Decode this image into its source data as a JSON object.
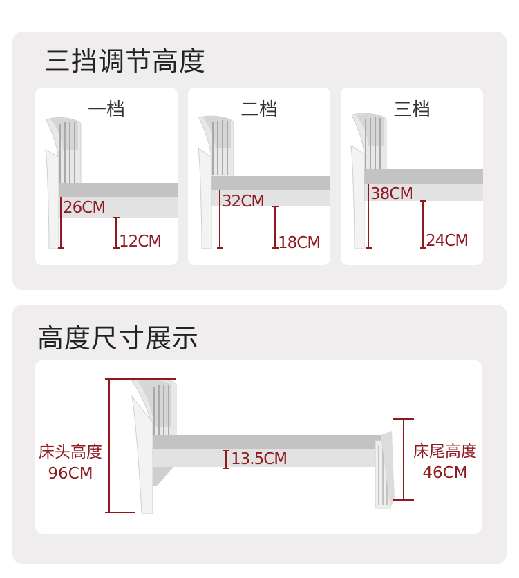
{
  "gear_section": {
    "title": "三挡调节高度",
    "gears": [
      {
        "label": "一档",
        "head_height": "26CM",
        "floor_clearance": "12CM"
      },
      {
        "label": "二档",
        "head_height": "32CM",
        "floor_clearance": "18CM"
      },
      {
        "label": "三档",
        "head_height": "38CM",
        "floor_clearance": "24CM"
      }
    ]
  },
  "size_section": {
    "title": "高度尺寸展示",
    "headboard_label": "床头高度",
    "headboard_value": "96CM",
    "frame_thickness": "13.5CM",
    "footboard_label": "床尾高度",
    "footboard_value": "46CM"
  },
  "colors": {
    "accent": "#8e1a1f",
    "panel_bg": "#efeded",
    "card_bg": "#ffffff"
  }
}
